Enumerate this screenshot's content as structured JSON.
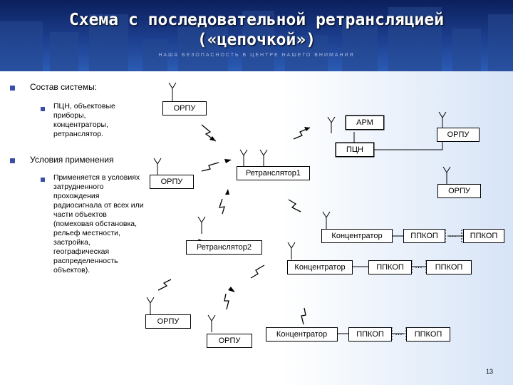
{
  "title": {
    "line1": "Схема с последовательной  ретрансляцией",
    "line2": "(«цепочкой»)",
    "tagline": "НАША БЕЗОПАСНОСТЬ В ЦЕНТРЕ НАШЕГО ВНИМАНИЯ"
  },
  "content": {
    "section1": "Состав системы:",
    "section1_item": "ПЦН, объектовые приборы, концентраторы, ретранслятор.",
    "section2": "Условия применения",
    "section2_item": "Применяется в условиях затрудненного прохождения радиосигнала от всех или части объектов (помеховая обстановка, рельеф местности, застройка, географическая распределенность объектов)."
  },
  "diagram": {
    "orpu_label": "ОРПУ",
    "arm_label": "АРМ",
    "pcn_label": "ПЦН",
    "retranslator1_label": "Ретранслятор1",
    "retranslator2_label": "Ретранслятор2",
    "concentrator_label": "Концентратор",
    "ppkop_label": "ППКОП",
    "ellipsis": "…"
  },
  "page_number": "13",
  "colors": {
    "header": "#1d3f8f",
    "bullet": "#3a4ea8",
    "background_right": "#d7e4f7"
  }
}
